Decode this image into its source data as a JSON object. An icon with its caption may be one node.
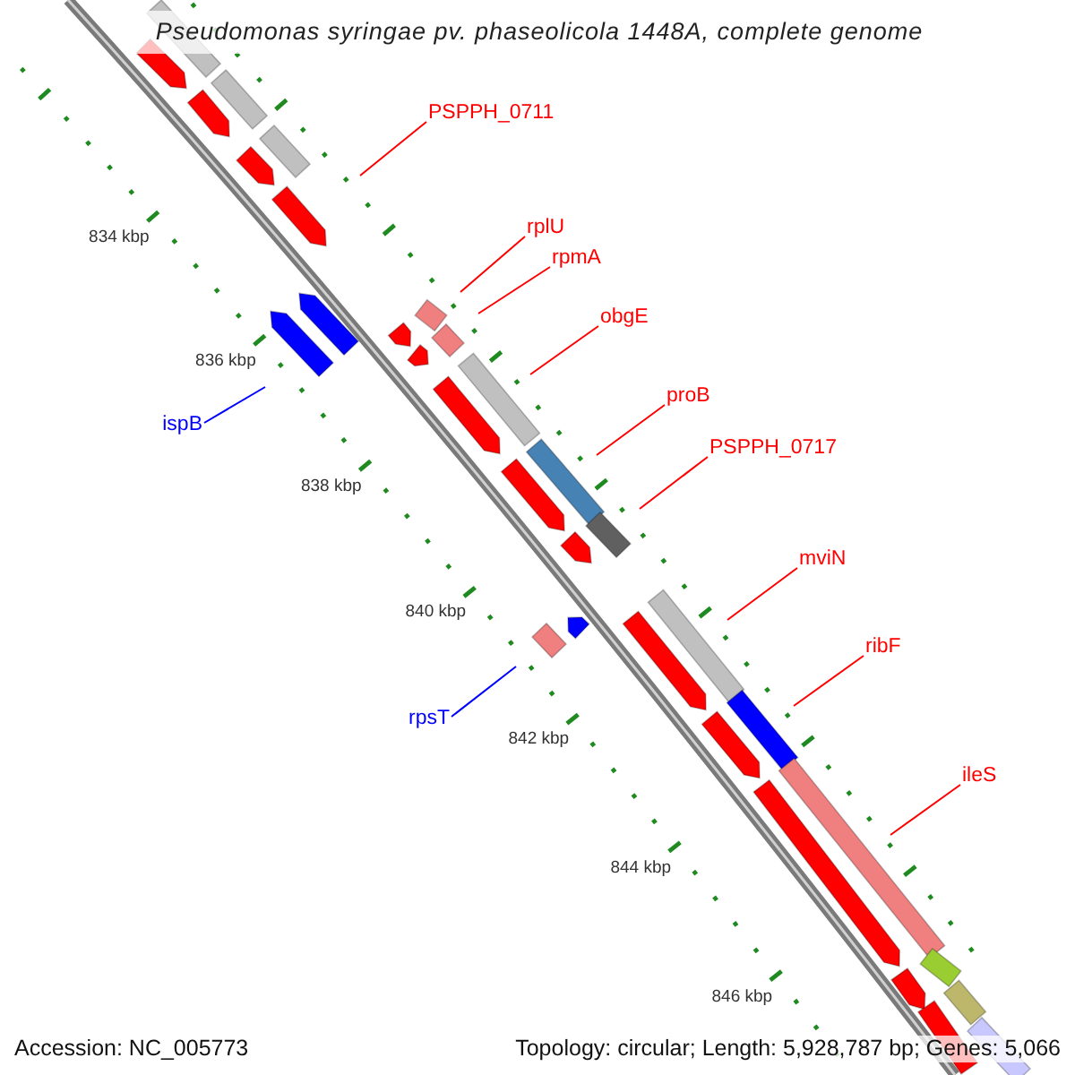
{
  "diagram": {
    "title": "Pseudomonas syringae pv. phaseolicola 1448A, complete genome",
    "nodes": [
      {
        "text": [
          "PSPPH_0711"
        ]
      },
      {
        "text": [
          "rplU"
        ]
      },
      {
        "text": [
          "rpmA"
        ]
      },
      {
        "text": [
          "obgE"
        ]
      },
      {
        "text": [
          "proB"
        ]
      },
      {
        "text": [
          "PSPPH_0717"
        ]
      },
      {
        "text": [
          "mviN"
        ]
      },
      {
        "text": [
          "ribF"
        ]
      },
      {
        "text": [
          "ileS"
        ]
      },
      {
        "text": [
          "ispB"
        ]
      },
      {
        "text": [
          "rpsT"
        ]
      }
    ],
    "edges": [
      {
        "from": 0,
        "to": null,
        "arrow": "none"
      },
      {
        "from": 1,
        "to": null,
        "arrow": "none"
      },
      {
        "from": 2,
        "to": null,
        "arrow": "none"
      },
      {
        "from": 3,
        "to": null,
        "arrow": "none"
      },
      {
        "from": 4,
        "to": null,
        "arrow": "none"
      },
      {
        "from": 5,
        "to": null,
        "arrow": "none"
      },
      {
        "from": 6,
        "to": null,
        "arrow": "none"
      },
      {
        "from": 7,
        "to": null,
        "arrow": "none"
      },
      {
        "from": 8,
        "to": null,
        "arrow": "none"
      },
      {
        "from": 9,
        "to": null,
        "arrow": "none",
        "color": "#0000ff"
      },
      {
        "from": 10,
        "to": null,
        "arrow": "none",
        "color": "#0000ff"
      }
    ],
    "labels": [
      "834 kbp",
      "836 kbp",
      "838 kbp",
      "840 kbp",
      "842 kbp",
      "844 kbp",
      "846 kbp",
      "Accession: NC_005773",
      "Topology: circular; Length: 5,928,787 bp; Genes: 5,066"
    ]
  }
}
